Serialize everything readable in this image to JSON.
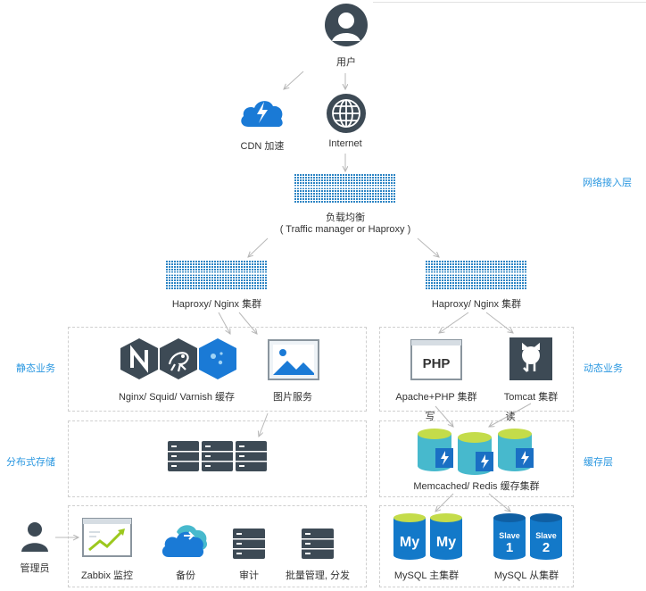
{
  "nodes": {
    "user": "用户",
    "cdn": "CDN 加速",
    "internet": "Internet",
    "lb_title": "负载均衡",
    "lb_sub": "( Traffic manager or Haproxy )",
    "haproxy_left": "Haproxy/ Nginx 集群",
    "haproxy_right": "Haproxy/ Nginx 集群",
    "nginx_cache": "Nginx/ Squid/ Varnish 缓存",
    "image_service": "图片服务",
    "apache_php": "Apache+PHP 集群",
    "tomcat": "Tomcat 集群",
    "memcached": "Memcached/ Redis 缓存集群",
    "zabbix": "Zabbix 监控",
    "backup": "备份",
    "audit": "审计",
    "batch": "批量管理, 分发",
    "admin": "管理员",
    "mysql_master": "MySQL 主集群",
    "mysql_slave": "MySQL 从集群",
    "write": "写",
    "read": "读"
  },
  "layers": {
    "network": "网络接入层",
    "static": "静态业务",
    "dynamic": "动态业务",
    "storage": "分布式存储",
    "cache": "缓存层"
  },
  "icon_text": {
    "php": "PHP",
    "my": "My",
    "slave": "Slave",
    "slave1": "1",
    "slave2": "2"
  },
  "colors": {
    "accent": "#2a97e0",
    "dark": "#3d4a55",
    "cdn": "#1a7ad6",
    "php_blue": "#2f6fae",
    "db_blue": "#1379c9",
    "cache_green": "#c4dc4a",
    "cache_cyan": "#47b9cd"
  }
}
